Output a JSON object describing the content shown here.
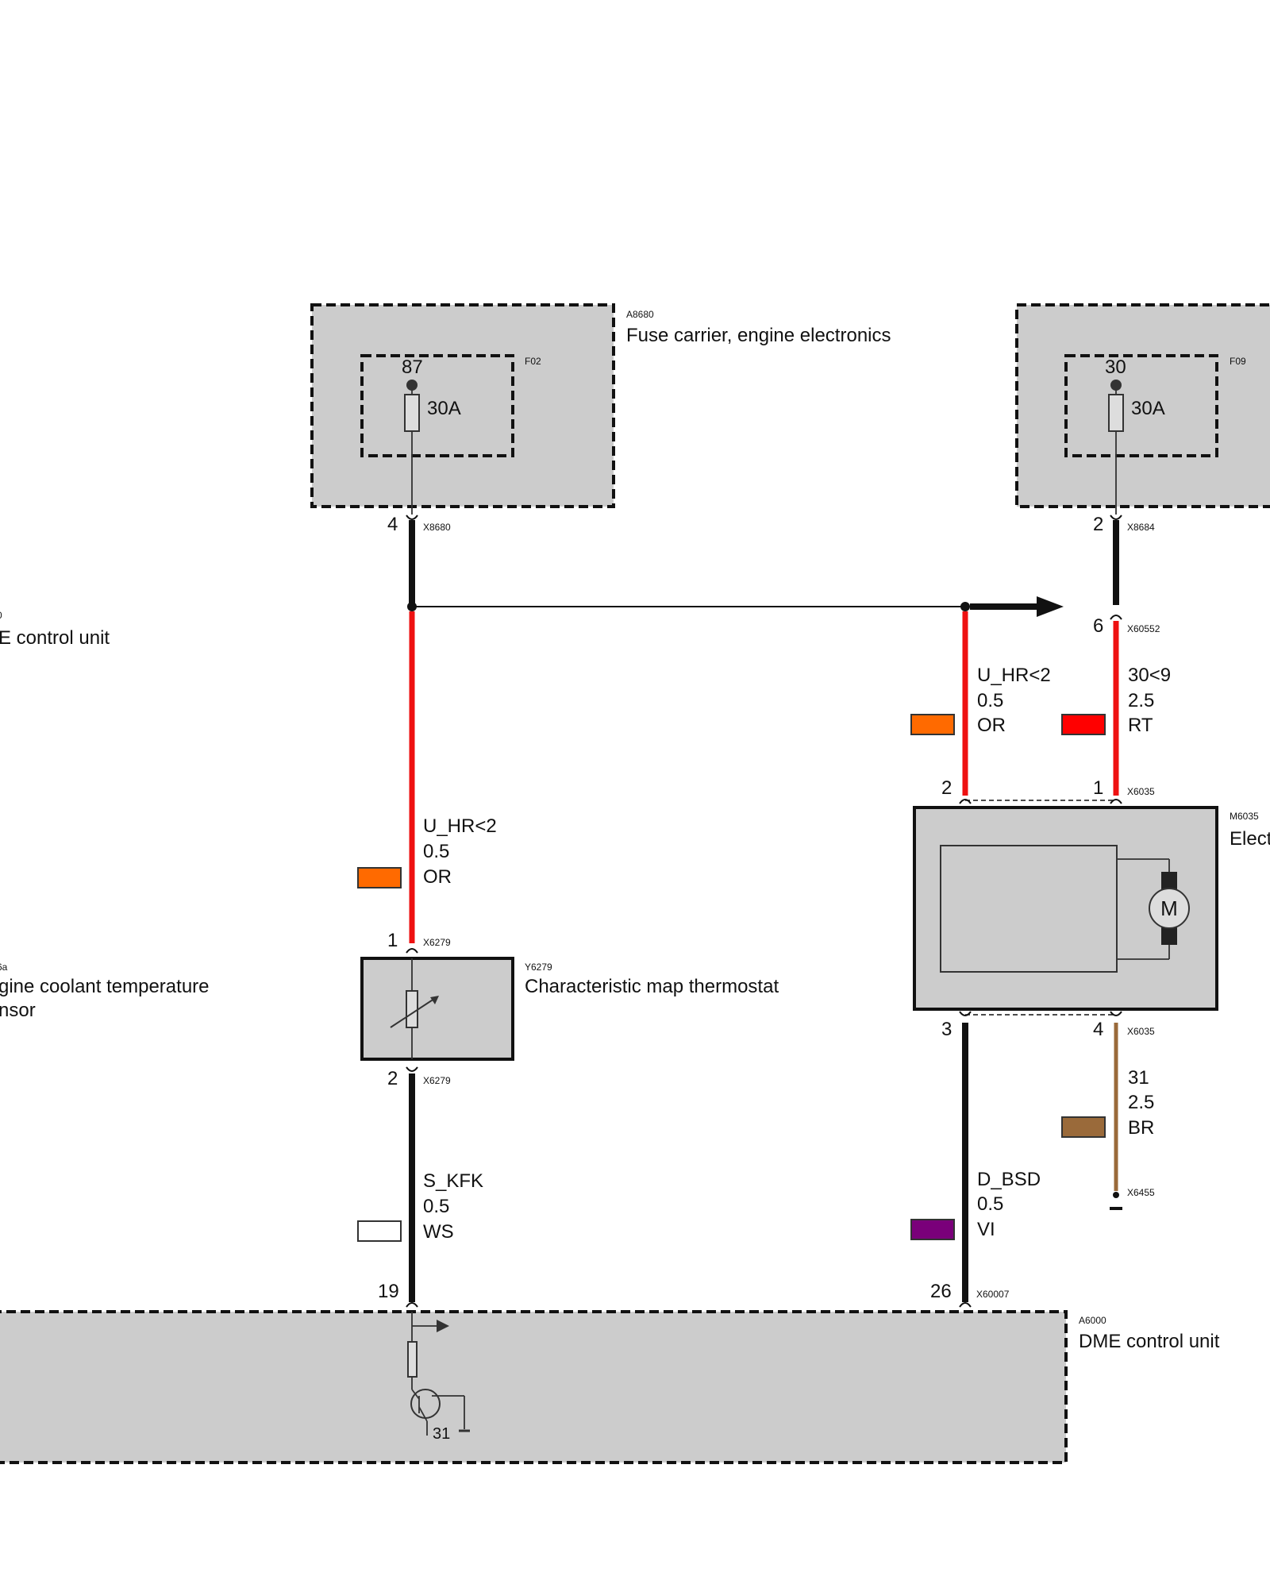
{
  "colors": {
    "OR": "#ff6a00",
    "RT": "#ff0000",
    "BR": "#9a6a3a",
    "VI": "#7a007a",
    "WS": "#ffffff",
    "black_wire": "#111111",
    "red_wire": "#ee1111",
    "brown_wire": "#9a6a3a",
    "module_fill": "#cccccc"
  },
  "components": {
    "fuse_carrier": {
      "id": "A8680",
      "name": "Fuse carrier, engine electronics"
    },
    "fuse_f02": {
      "id": "F02",
      "pin": "87",
      "rating": "30A"
    },
    "fuse_f09": {
      "id": "F09",
      "pin": "30",
      "rating": "30A"
    },
    "dme_left_partial": {
      "id": "0",
      "name": "E control unit"
    },
    "coolant_sensor_partial": {
      "id": "6a",
      "name_line1": "gine coolant temperature",
      "name_line2": "nsor"
    },
    "thermostat": {
      "id": "Y6279",
      "name": "Characteristic map thermostat"
    },
    "pump": {
      "id": "M6035",
      "name": "Elect"
    },
    "dme": {
      "id": "A6000",
      "name": "DME control unit"
    },
    "dme_ground": "31"
  },
  "connectors": {
    "x8680": {
      "id": "X8680",
      "pin": "4"
    },
    "x8684": {
      "id": "X8684",
      "pin": "2"
    },
    "x60552": {
      "id": "X60552",
      "pin": "6"
    },
    "x6035_top_left": {
      "id": "X6035",
      "pin": "2"
    },
    "x6035_top_right": {
      "pin": "1"
    },
    "x6035_bottom_left": {
      "id": "X6035",
      "pin": "3"
    },
    "x6035_bottom_right": {
      "pin": "4"
    },
    "x6279_top": {
      "id": "X6279",
      "pin": "1"
    },
    "x6279_bottom": {
      "id": "X6279",
      "pin": "2"
    },
    "x6455": {
      "id": "X6455"
    },
    "x60007_left": {
      "pin": "19"
    },
    "x60007_right": {
      "id": "X60007",
      "pin": "26"
    }
  },
  "wires": [
    {
      "key": "w1",
      "signal": "U_HR<2",
      "gauge": "0.5",
      "color": "OR"
    },
    {
      "key": "w2",
      "signal": "U_HR<2",
      "gauge": "0.5",
      "color": "OR"
    },
    {
      "key": "w3",
      "signal": "30<9",
      "gauge": "2.5",
      "color": "RT"
    },
    {
      "key": "w4",
      "signal": "S_KFK",
      "gauge": "0.5",
      "color": "WS"
    },
    {
      "key": "w5",
      "signal": "D_BSD",
      "gauge": "0.5",
      "color": "VI"
    },
    {
      "key": "w6",
      "signal": "31",
      "gauge": "2.5",
      "color": "BR"
    }
  ]
}
